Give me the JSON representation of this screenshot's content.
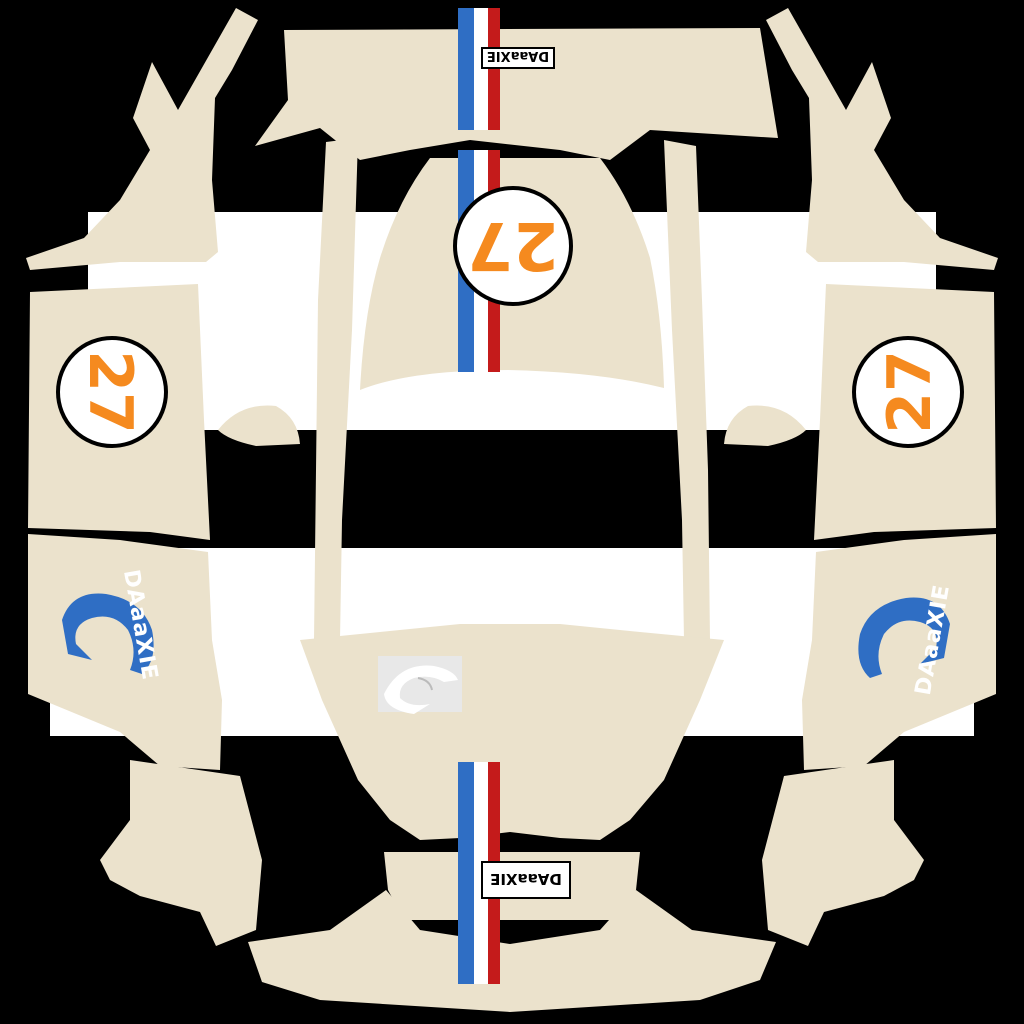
{
  "livery": {
    "race_number": "27",
    "sponsor_tag": "DAaaXIE",
    "brand_name": "DAaaXIE",
    "colors": {
      "background": "#000000",
      "white_band": "#ffffff",
      "panel": "#ebe2cc",
      "stripe_blue": "#2f6ec4",
      "stripe_white": "#ffffff",
      "stripe_red": "#c41b1b",
      "number_orange": "#f58a1f",
      "number_disc": "#ffffff",
      "logo_blue": "#2f6ec4"
    },
    "icons": {
      "hood_roundel": "number-roundel-icon",
      "side_roundel": "number-roundel-icon",
      "side_logo": "daaxie-logo-icon",
      "center_mark": "swoosh-emblem-icon"
    }
  }
}
